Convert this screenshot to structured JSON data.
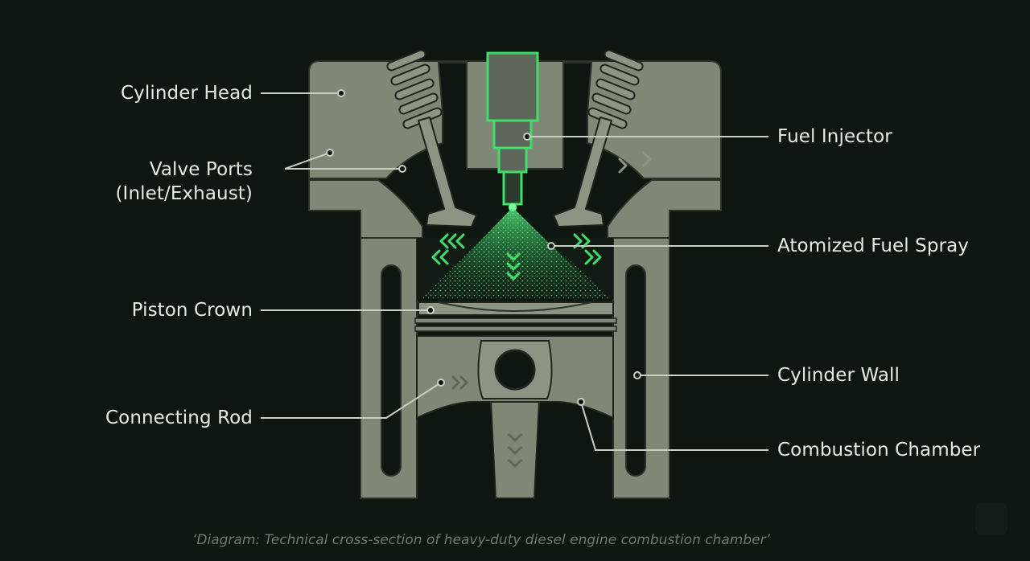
{
  "labels": {
    "cylinder_head": "Cylinder Head",
    "valve_ports_line1": "Valve Ports",
    "valve_ports_line2": "(Inlet/Exhaust)",
    "piston_crown": "Piston Crown",
    "connecting_rod": "Connecting Rod",
    "fuel_injector": "Fuel Injector",
    "atomized_fuel_spray": "Atomized Fuel Spray",
    "cylinder_wall": "Cylinder Wall",
    "combustion_chamber": "Combustion Chamber"
  },
  "caption": "‘Diagram: Technical cross-section of heavy-duty diesel engine combustion chamber’",
  "colors": {
    "background": "#0e1610",
    "metal": "#7f8777",
    "metal_dark": "#5f665a",
    "outline": "#2b322a",
    "highlight": "#3fe06a",
    "text": "#e6ebe4",
    "leader": "#c9cfc5"
  }
}
